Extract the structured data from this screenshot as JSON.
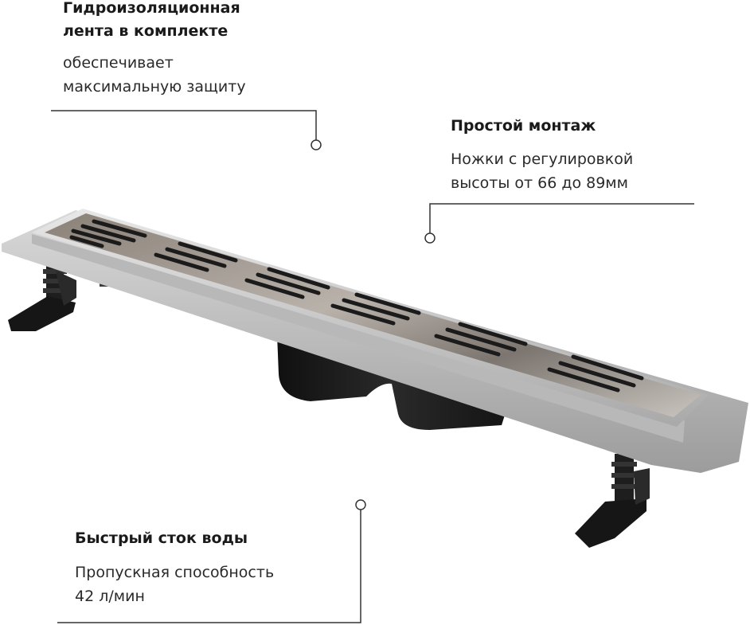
{
  "callouts": {
    "waterproofing": {
      "title_line1": "Гидроизоляционная",
      "title_line2": "лента в комплекте",
      "text_line1": "обеспечивает",
      "text_line2": "максимальную защиту"
    },
    "installation": {
      "title": "Простой монтаж",
      "text_line1": "Ножки с регулировкой",
      "text_line2": "высоты от 66 до 89мм"
    },
    "drainage": {
      "title": "Быстрый сток воды",
      "text_line1": "Пропускная способность",
      "text_line2": "42 л/мин"
    }
  },
  "colors": {
    "text": "#1a1a1a",
    "line": "#333333",
    "steel_light": "#d2d2d2",
    "steel_mid": "#a8a8a8",
    "steel_dark": "#6e6e6e",
    "plastic": "#1c1c1c"
  }
}
